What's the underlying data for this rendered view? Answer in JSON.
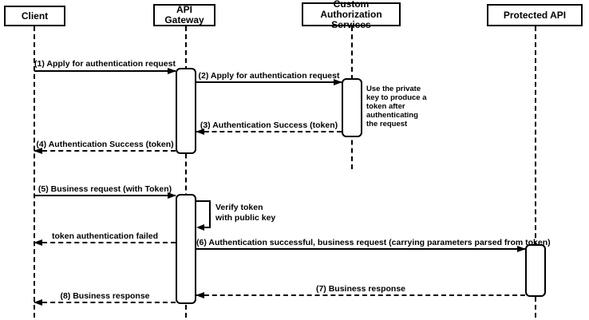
{
  "diagram": {
    "type": "sequence-diagram",
    "background_color": "#ffffff",
    "line_color": "#000000",
    "actors": [
      {
        "name": "Client"
      },
      {
        "name": "API Gateway"
      },
      {
        "name": "Custom Authorization Services"
      },
      {
        "name": "Protected API"
      }
    ],
    "messages": [
      {
        "label": "(1) Apply for authentication request",
        "from": "Client",
        "to": "API Gateway",
        "style": "solid"
      },
      {
        "label": "(2) Apply for authentication request",
        "from": "API Gateway",
        "to": "Custom Authorization Services",
        "style": "solid"
      },
      {
        "label": "(3) Authentication Success (token)",
        "from": "Custom Authorization Services",
        "to": "API Gateway",
        "style": "dashed"
      },
      {
        "label": "(4) Authentication Success (token)",
        "from": "API Gateway",
        "to": "Client",
        "style": "dashed"
      },
      {
        "label": "(5) Business request (with Token)",
        "from": "Client",
        "to": "API Gateway",
        "style": "solid"
      },
      {
        "label": "Verify token\nwith public key",
        "from": "API Gateway",
        "to": "API Gateway",
        "style": "self-loop"
      },
      {
        "label": "token authentication failed",
        "from": "API Gateway",
        "to": "Client",
        "style": "dashed"
      },
      {
        "label": "(6) Authentication successful, business request (carrying parameters parsed from token)",
        "from": "API Gateway",
        "to": "Protected API",
        "style": "solid"
      },
      {
        "label": "(7) Business response",
        "from": "Protected API",
        "to": "API Gateway",
        "style": "dashed"
      },
      {
        "label": "(8) Business response",
        "from": "API Gateway",
        "to": "Client",
        "style": "dashed"
      }
    ],
    "notes": [
      {
        "text": "Use the private\nkey to produce a\ntoken after\nauthenticating\nthe request",
        "attached_to": "Custom Authorization Services"
      }
    ]
  }
}
